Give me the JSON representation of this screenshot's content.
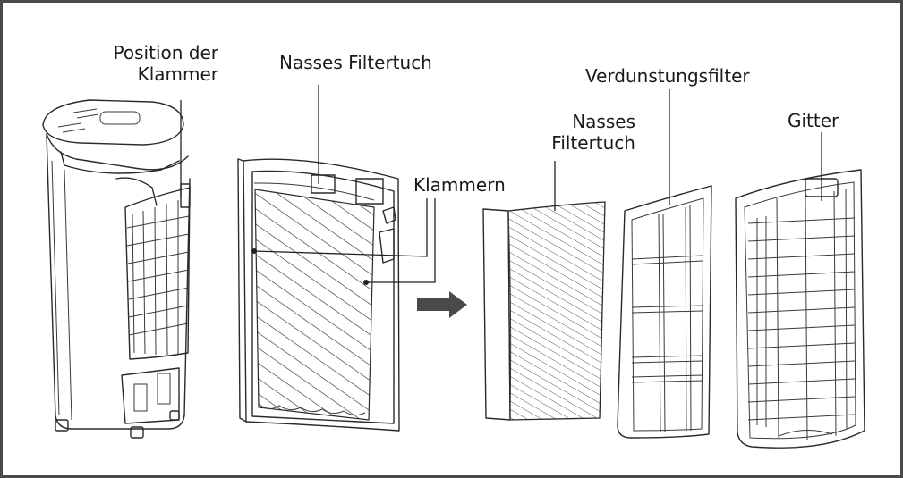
{
  "labels": {
    "clamp_position_line1": "Position der",
    "clamp_position_line2": "Klammer",
    "wet_filter_cloth_top": "Nasses Filtertuch",
    "clamps": "Klammern",
    "wet_filter_cloth_line1": "Nasses",
    "wet_filter_cloth_line2": "Filtertuch",
    "evaporation_filter": "Verdunstungsfilter",
    "grille": "Gitter"
  },
  "colors": {
    "line": "#2a2a2a",
    "arrow": "#4a4a4a",
    "frame": "#4a4a4a"
  }
}
